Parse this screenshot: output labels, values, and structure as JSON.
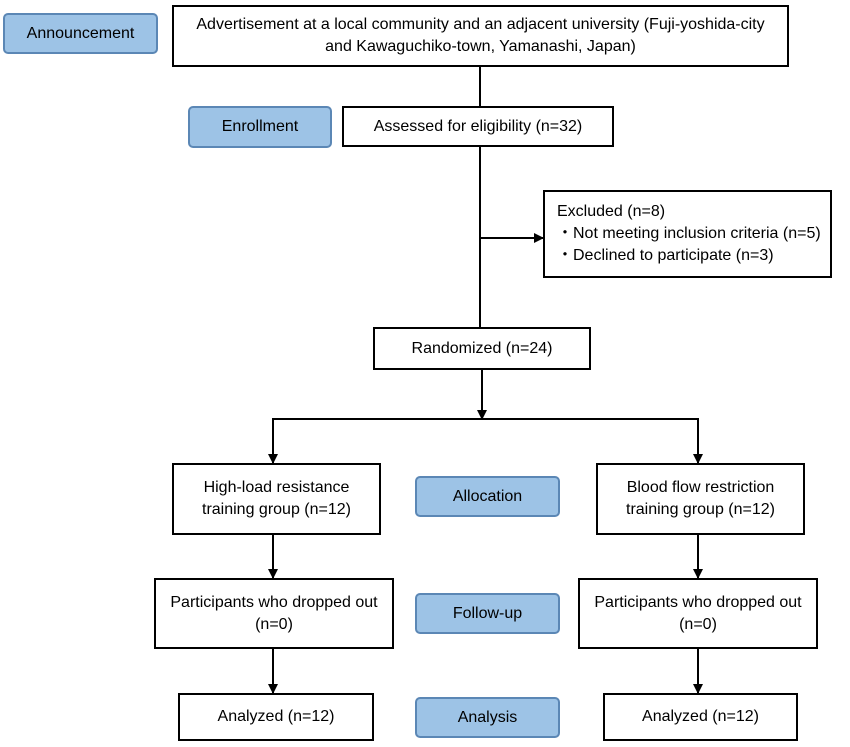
{
  "stage_labels": {
    "announcement": "Announcement",
    "enrollment": "Enrollment",
    "allocation": "Allocation",
    "follow_up": "Follow-up",
    "analysis": "Analysis"
  },
  "boxes": {
    "advertisement": {
      "line1": "Advertisement at a local community and an adjacent university (Fuji-yoshida-city",
      "line2": "and Kawaguchiko-town, Yamanashi, Japan)"
    },
    "assessed": "Assessed for eligibility (n=32)",
    "excluded": {
      "title": "Excluded (n=8)",
      "items": [
        "・Not meeting inclusion criteria (n=5)",
        "・Declined to participate (n=3)"
      ]
    },
    "randomized": "Randomized (n=24)",
    "left_group": {
      "line1": "High-load resistance",
      "line2": "training group (n=12)"
    },
    "right_group": {
      "line1": "Blood flow restriction",
      "line2": "training group (n=12)"
    },
    "left_dropout": {
      "line1": "Participants who dropped out",
      "line2": "(n=0)"
    },
    "right_dropout": {
      "line1": "Participants who dropped out",
      "line2": "(n=0)"
    },
    "left_analyzed": "Analyzed (n=12)",
    "right_analyzed": "Analyzed (n=12)"
  },
  "colors": {
    "label_fill": "#9dc3e6",
    "label_border": "#5b87b5",
    "box_border": "#000000"
  }
}
